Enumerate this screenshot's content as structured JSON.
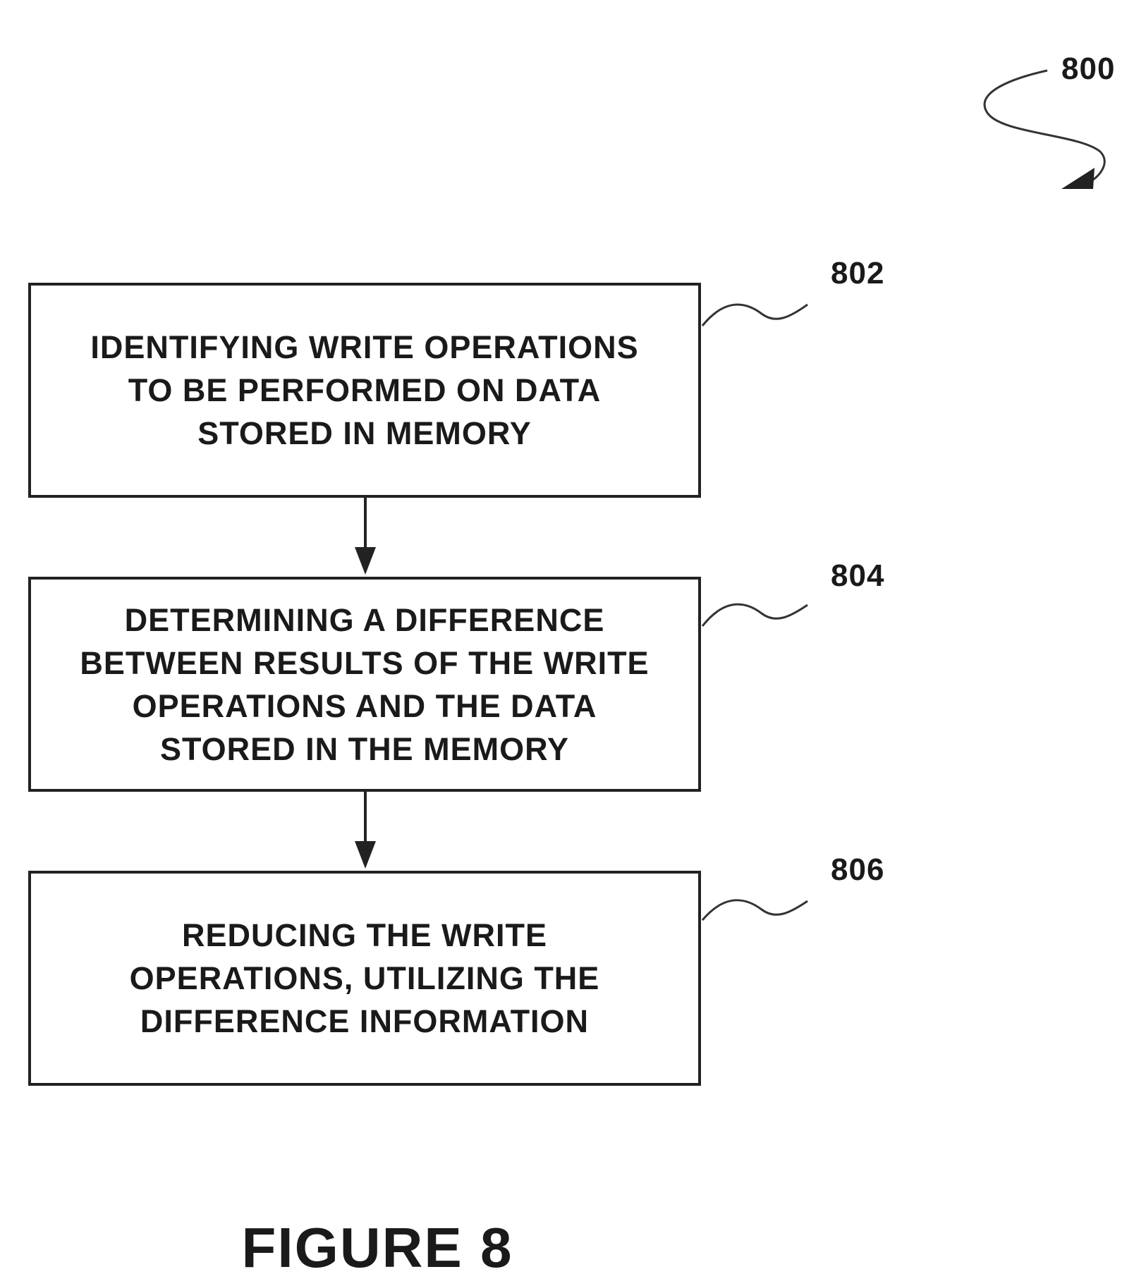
{
  "figure": {
    "reference": "800",
    "caption": "FIGURE 8"
  },
  "steps": [
    {
      "ref": "802",
      "text": "IDENTIFYING WRITE OPERATIONS\nTO BE PERFORMED ON DATA\nSTORED IN MEMORY"
    },
    {
      "ref": "804",
      "text": "DETERMINING A DIFFERENCE\nBETWEEN RESULTS OF THE WRITE\nOPERATIONS AND THE DATA\nSTORED IN THE MEMORY"
    },
    {
      "ref": "806",
      "text": "REDUCING THE WRITE\nOPERATIONS, UTILIZING THE\nDIFFERENCE INFORMATION"
    }
  ]
}
